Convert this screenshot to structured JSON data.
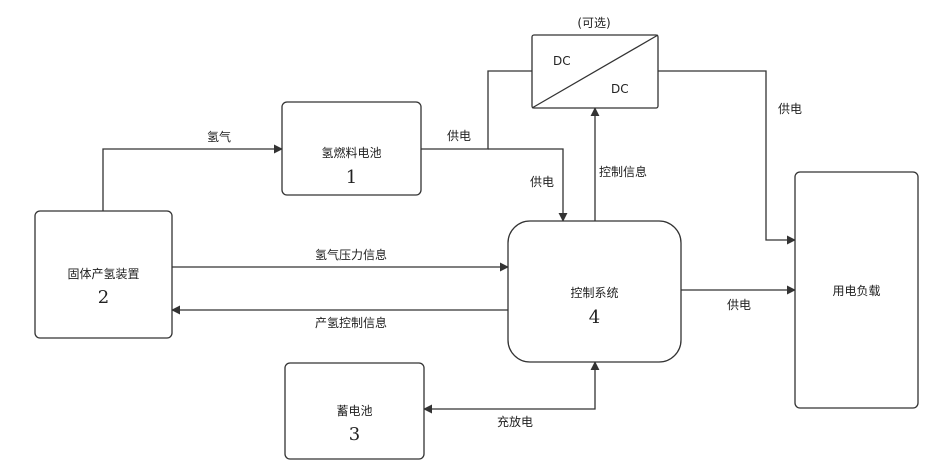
{
  "nodes": {
    "fuel_cell": {
      "label": "氢燃料电池",
      "number": "1"
    },
    "hydrogen_generator": {
      "label": "固体产氢装置",
      "number": "2"
    },
    "battery": {
      "label": "蓄电池",
      "number": "3"
    },
    "control_system": {
      "label": "控制系统",
      "number": "4"
    },
    "dcdc": {
      "optional_label": "(可选)",
      "input_label": "DC",
      "output_label": "DC"
    },
    "load": {
      "label": "用电负载"
    }
  },
  "edges": {
    "hydrogen": "氢气",
    "power_fc_to_dcdc": "供电",
    "power_fc_to_control": "供电",
    "control_signal": "控制信息",
    "power_dcdc_to_load": "供电",
    "hydrogen_pressure_info": "氢气压力信息",
    "generation_control_info": "产氢控制信息",
    "power_control_to_load": "供电",
    "charge_discharge": "充放电"
  }
}
